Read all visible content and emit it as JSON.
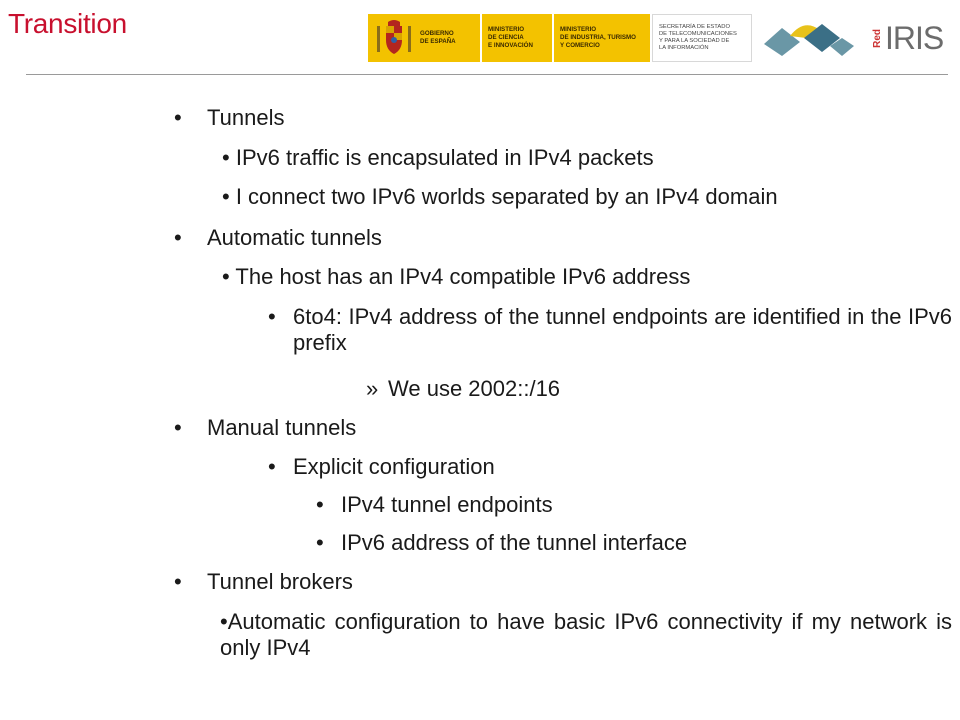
{
  "slide": {
    "title": "Transition"
  },
  "logos": {
    "gobierno": "GOBIERNO\nDE ESPAÑA",
    "ministerio_ciencia": "MINISTERIO\nDE CIENCIA\nE INNOVACIÓN",
    "ministerio_industria": "MINISTERIO\nDE INDUSTRIA, TURISMO\nY COMERCIO",
    "secretaria": "SECRETARÍA DE ESTADO\nDE TELECOMUNICACIONES\nY PARA LA SOCIEDAD DE\nLA INFORMACIÓN",
    "rediris_red": "Red",
    "rediris_iris": "IRIS"
  },
  "bullets": {
    "tunnels": {
      "marker": "•",
      "text": "Tunnels"
    },
    "tunnels_encap": {
      "marker": "•",
      "text": "IPv6 traffic is encapsulated in IPv4 packets"
    },
    "tunnels_connect": {
      "marker": "•",
      "text": "I connect two IPv6 worlds separated by an IPv4 domain"
    },
    "automatic": {
      "marker": "•",
      "text": "Automatic tunnels"
    },
    "auto_host": {
      "marker": "•",
      "text": "The host has an IPv4 compatible IPv6 address"
    },
    "auto_6to4": {
      "marker": "•",
      "text": "6to4: IPv4 address of the tunnel endpoints are identified in the IPv6 prefix"
    },
    "auto_2002": {
      "marker": "»",
      "text": "We use 2002::/16"
    },
    "manual": {
      "marker": "•",
      "text": "Manual tunnels"
    },
    "manual_explicit": {
      "marker": "•",
      "text": "Explicit configuration"
    },
    "manual_ipv4": {
      "marker": "•",
      "text": "IPv4 tunnel endpoints"
    },
    "manual_ipv6": {
      "marker": "•",
      "text": "IPv6 address of the tunnel interface"
    },
    "brokers": {
      "marker": "•",
      "text": "Tunnel brokers"
    },
    "brokers_auto": {
      "marker": "•",
      "text": "Automatic configuration to have basic IPv6 connectivity if my network is only IPv4"
    }
  }
}
